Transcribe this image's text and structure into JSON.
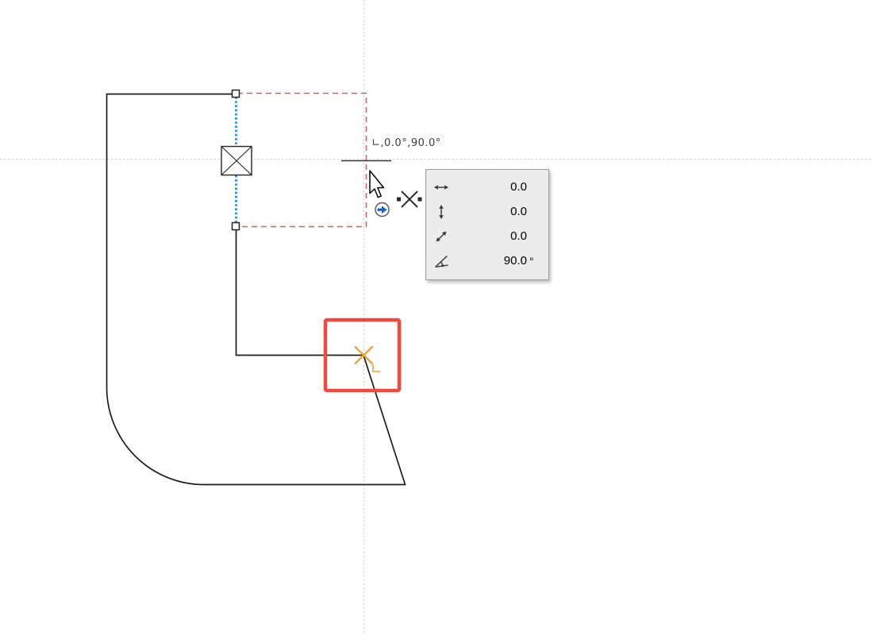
{
  "canvas": {
    "background": "#ffffff"
  },
  "tooltip": {
    "text": "∟,0.0°,90.0°"
  },
  "tracker": {
    "rows": [
      {
        "icon": "horizontal-distance-icon",
        "value": "0.0",
        "unit": ""
      },
      {
        "icon": "vertical-distance-icon",
        "value": "0.0",
        "unit": ""
      },
      {
        "icon": "diagonal-distance-icon",
        "value": "0.0",
        "unit": ""
      },
      {
        "icon": "angle-icon",
        "value": "90.0",
        "unit": "°"
      }
    ]
  },
  "icons": {
    "cursor": "arrow-cursor",
    "drag_badge": "blue-arrow-badge",
    "cross_badge": "intersection-cross-badge",
    "edge_marker": "hatched-edge-marker",
    "snap_marker": "corner-snap-cross"
  },
  "colors": {
    "guide_color": "#cccccc",
    "outline_black": "#1c1c1c",
    "selection_blue": "#3f8fe0",
    "ghost_red": "#e05c5c",
    "snap_red": "#f04a3f",
    "snap_orange": "#e8a43e",
    "badge_blue": "#1766cc",
    "panel_bg": "#ececec"
  }
}
